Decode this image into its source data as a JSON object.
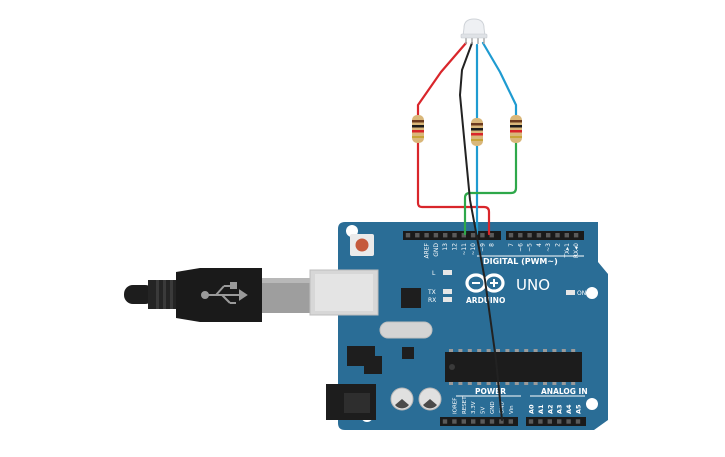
{
  "board": {
    "header_top_labels": [
      "AREF",
      "GND",
      "13",
      "12",
      "~11",
      "~10",
      "~9",
      "8",
      "7",
      "~6",
      "~5",
      "4",
      "~3",
      "2",
      "TX▸1",
      "RX◂0"
    ],
    "digital_label": "DIGITAL (PWM~)",
    "uno_label": "UNO",
    "brand_label": "ARDUINO",
    "led_l": "L",
    "led_tx": "TX",
    "led_rx": "RX",
    "on_label": "ON",
    "power_label": "POWER",
    "analog_label": "ANALOG IN",
    "power_pins": [
      "IOREF",
      "RESET",
      "3.3V",
      "5V",
      "GND",
      "GND",
      "Vin"
    ],
    "analog_pins": [
      "A0",
      "A1",
      "A2",
      "A3",
      "A4",
      "A5"
    ]
  },
  "colors": {
    "board": "#2a6d96",
    "wire_red": "#d9262b",
    "wire_blue": "#1f9bd1",
    "wire_green": "#2ea84a",
    "wire_black": "#222222",
    "resistor_body": "#d9b77a",
    "usb_plug": "#1f1f1f"
  }
}
